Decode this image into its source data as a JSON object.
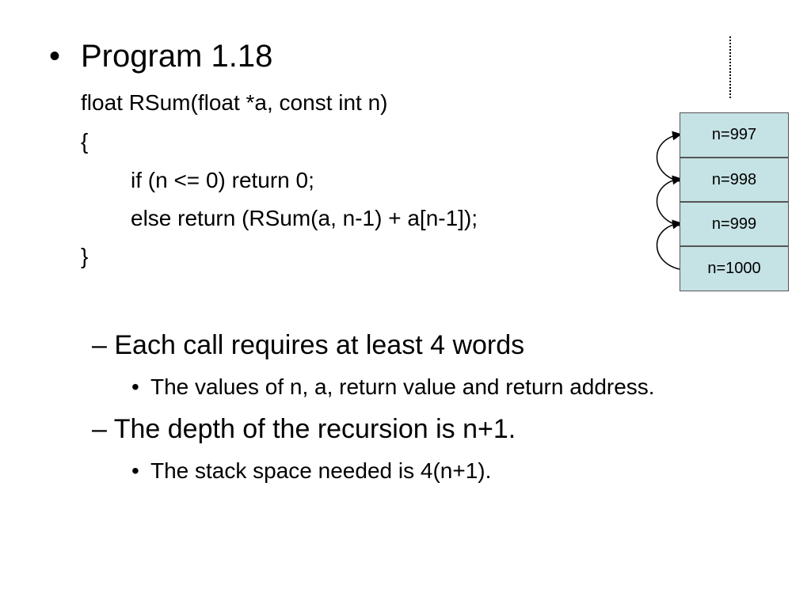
{
  "slide": {
    "bullet": "•",
    "title": "Program 1.18",
    "code": [
      "float RSum(float *a, const int n)",
      "{",
      "if (n <= 0)  return 0;",
      "else return (RSum(a, n-1) + a[n-1]);",
      "}"
    ],
    "points": [
      {
        "text": "– Each call requires at least 4 words",
        "sub_bullet": "•",
        "sub": "The values of n, a, return value and return address."
      },
      {
        "text": "– The depth of the recursion is n+1.",
        "sub_bullet": "•",
        "sub": "The stack space needed is 4(n+1)."
      }
    ]
  },
  "stack": {
    "frames": [
      "n=997",
      "n=998",
      "n=999",
      "n=1000"
    ],
    "fill_color": "#c5e2e4"
  }
}
